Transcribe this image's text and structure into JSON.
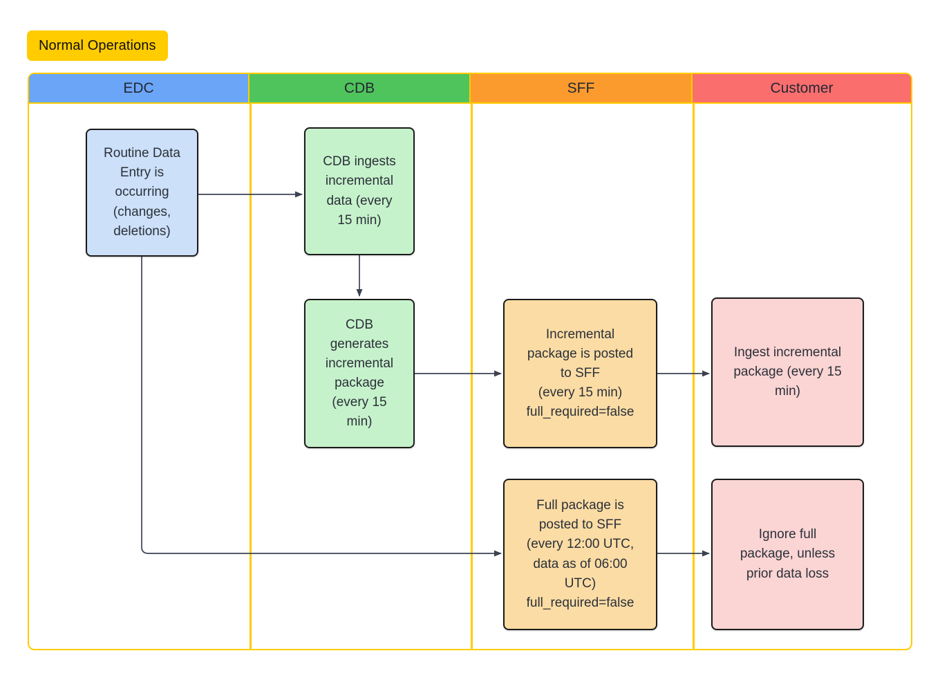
{
  "title": {
    "label": "Normal Operations"
  },
  "lanes": [
    {
      "id": "edc",
      "label": "EDC",
      "color": "#6BA5F7"
    },
    {
      "id": "cdb",
      "label": "CDB",
      "color": "#4FC45C"
    },
    {
      "id": "sff",
      "label": "SFF",
      "color": "#FB9B2E"
    },
    {
      "id": "customer",
      "label": "Customer",
      "color": "#FA6E6E"
    }
  ],
  "frame": {
    "border_color": "#FFCC00"
  },
  "nodes": [
    {
      "id": "routine-data-entry",
      "lane": "edc",
      "fill": "#CCE0F9",
      "label": "Routine Data\nEntry is\noccurring\n(changes,\ndeletions)"
    },
    {
      "id": "cdb-ingests",
      "lane": "cdb",
      "fill": "#C6F2CB",
      "label": "CDB ingests\nincremental\ndata (every\n15 min)"
    },
    {
      "id": "cdb-generates",
      "lane": "cdb",
      "fill": "#C6F2CB",
      "label": "CDB\ngenerates\nincremental\npackage\n(every 15\nmin)"
    },
    {
      "id": "incremental-posted",
      "lane": "sff",
      "fill": "#FBDCA4",
      "label": "Incremental\npackage is posted\nto SFF\n(every 15 min)\nfull_required=false"
    },
    {
      "id": "full-posted",
      "lane": "sff",
      "fill": "#FBDCA4",
      "label": "Full package is\nposted to SFF\n(every 12:00 UTC,\ndata as of 06:00\nUTC)\nfull_required=false"
    },
    {
      "id": "ingest-incremental",
      "lane": "customer",
      "fill": "#FBD4D4",
      "label": "Ingest incremental\npackage (every 15\nmin)"
    },
    {
      "id": "ignore-full",
      "lane": "customer",
      "fill": "#FBD4D4",
      "label": "Ignore full\npackage, unless\nprior data loss"
    }
  ],
  "edges": [
    {
      "from": "routine-data-entry",
      "to": "cdb-ingests",
      "style": "straight"
    },
    {
      "from": "cdb-ingests",
      "to": "cdb-generates",
      "style": "straight"
    },
    {
      "from": "cdb-generates",
      "to": "incremental-posted",
      "style": "straight"
    },
    {
      "from": "incremental-posted",
      "to": "ingest-incremental",
      "style": "straight"
    },
    {
      "from": "routine-data-entry",
      "to": "full-posted",
      "style": "elbow"
    },
    {
      "from": "full-posted",
      "to": "ignore-full",
      "style": "straight"
    }
  ]
}
